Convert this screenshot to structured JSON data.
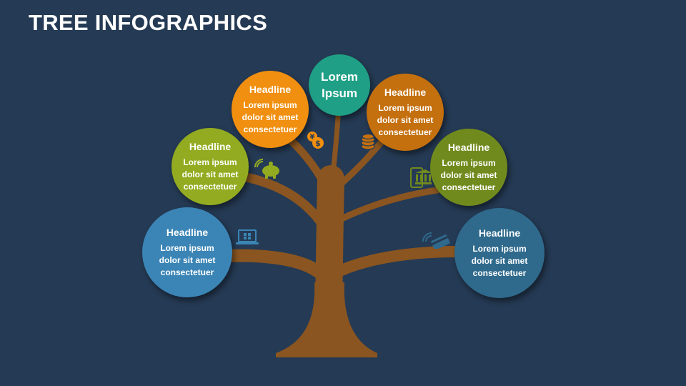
{
  "title": "TREE INFOGRAPHICS",
  "center": {
    "lines": [
      "Lorem",
      "Ipsum"
    ],
    "color": "#1fa086"
  },
  "nodes": [
    {
      "headline": "Headline",
      "lines": [
        "Lorem ipsum",
        "dolor sit amet",
        "consectetuer"
      ],
      "color": "#f08f10"
    },
    {
      "headline": "Headline",
      "lines": [
        "Lorem ipsum",
        "dolor sit amet",
        "consectetuer"
      ],
      "color": "#c4700f"
    },
    {
      "headline": "Headline",
      "lines": [
        "Lorem ipsum",
        "dolor sit amet",
        "consectetuer"
      ],
      "color": "#93ab20"
    },
    {
      "headline": "Headline",
      "lines": [
        "Lorem ipsum",
        "dolor sit amet",
        "consectetuer"
      ],
      "color": "#718a1d"
    },
    {
      "headline": "Headline",
      "lines": [
        "Lorem ipsum",
        "dolor sit amet",
        "consectetuer"
      ],
      "color": "#3b85b6"
    },
    {
      "headline": "Headline",
      "lines": [
        "Lorem ipsum",
        "dolor sit amet",
        "consectetuer"
      ],
      "color": "#2f6a8c"
    }
  ],
  "icons": [
    {
      "name": "currency-coins-icon",
      "color": "#f08f10"
    },
    {
      "name": "coin-stack-icon",
      "color": "#c4700f"
    },
    {
      "name": "piggy-bank-icon",
      "color": "#93ab20"
    },
    {
      "name": "mobile-bank-icon",
      "color": "#718a1d"
    },
    {
      "name": "laptop-icon",
      "color": "#3b85b6"
    },
    {
      "name": "wireless-card-icon",
      "color": "#2f6a8c"
    }
  ],
  "colors": {
    "background": "#253a54",
    "trunk": "#8a5520",
    "text": "#ffffff"
  }
}
